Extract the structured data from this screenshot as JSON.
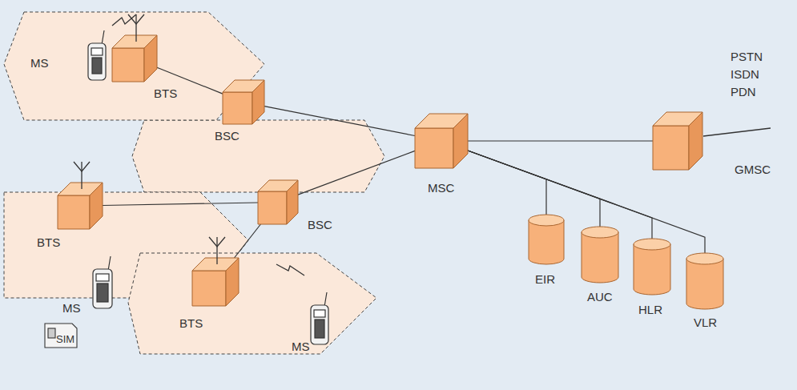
{
  "diagram": {
    "nodes": [
      {
        "text": [
          "MS"
        ]
      },
      {
        "text": [
          "BTS"
        ]
      },
      {
        "text": [
          "BSC"
        ]
      },
      {
        "text": [
          "GMSC"
        ]
      },
      {
        "text": [
          "MSC"
        ]
      },
      {
        "text": [
          "BTS"
        ]
      },
      {
        "text": [
          "BSC"
        ]
      },
      {
        "text": [
          "EIR"
        ]
      },
      {
        "text": [
          "AUC"
        ]
      },
      {
        "text": [
          "HLR"
        ]
      },
      {
        "text": [
          "VLR"
        ]
      },
      {
        "text": [
          "MS"
        ]
      },
      {
        "text": [
          "SIM"
        ]
      },
      {
        "text": [
          "BTS"
        ]
      },
      {
        "text": [
          "MS"
        ]
      }
    ],
    "edges": [
      {
        "from": 1,
        "to": 2,
        "arrow": "none"
      },
      {
        "from": 2,
        "to": 4,
        "arrow": "none"
      },
      {
        "from": 5,
        "to": 6,
        "arrow": "none"
      },
      {
        "from": 13,
        "to": 6,
        "arrow": "none"
      },
      {
        "from": 6,
        "to": 4,
        "arrow": "none"
      },
      {
        "from": 4,
        "to": 3,
        "arrow": "none"
      },
      {
        "from": 4,
        "to": 7,
        "arrow": "none"
      },
      {
        "from": 4,
        "to": 8,
        "arrow": "none"
      },
      {
        "from": 4,
        "to": 9,
        "arrow": "none"
      },
      {
        "from": 4,
        "to": 10,
        "arrow": "none"
      }
    ],
    "labels": [
      "PSTN",
      "ISDN",
      "PDN"
    ]
  }
}
